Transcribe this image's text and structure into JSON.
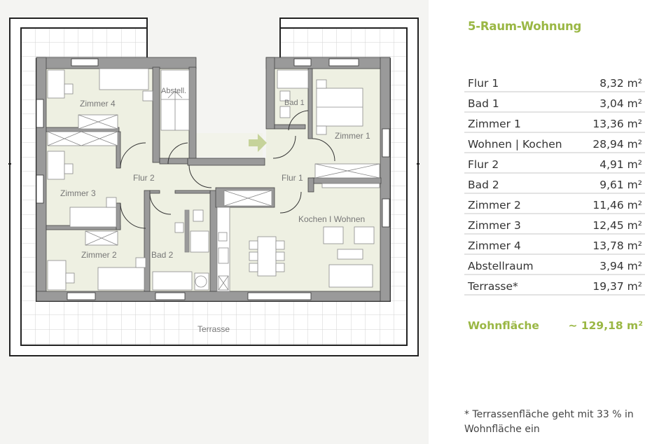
{
  "title": "5-Raum-Wohnung",
  "rooms": [
    {
      "name": "Flur 1",
      "area": "8,32 m²"
    },
    {
      "name": "Bad 1",
      "area": "3,04 m²"
    },
    {
      "name": "Zimmer 1",
      "area": "13,36 m²"
    },
    {
      "name": "Wohnen | Kochen",
      "area": "28,94 m²"
    },
    {
      "name": "Flur 2",
      "area": "4,91 m²"
    },
    {
      "name": "Bad 2",
      "area": "9,61 m²"
    },
    {
      "name": "Zimmer 2",
      "area": "11,46 m²"
    },
    {
      "name": "Zimmer 3",
      "area": "12,45 m²"
    },
    {
      "name": "Zimmer 4",
      "area": "13,78 m²"
    },
    {
      "name": "Abstellraum",
      "area": "3,94 m²"
    },
    {
      "name": "Terrasse*",
      "area": "19,37 m²"
    }
  ],
  "total": {
    "label": "Wohnfläche",
    "value": "~ 129,18 m²"
  },
  "footnote": "* Terrassenfläche geht mit 33 % in Wohnfläche ein",
  "floorplan": {
    "labels": {
      "zimmer4": "Zimmer 4",
      "abstell": "Abstell.",
      "zimmer3": "Zimmer 3",
      "flur2": "Flur 2",
      "zimmer2": "Zimmer 2",
      "bad2": "Bad 2",
      "bad1": "Bad 1",
      "zimmer1": "Zimmer 1",
      "flur1": "Flur 1",
      "kochen_wohnen": "Kochen I Wohnen",
      "terrasse": "Terrasse"
    },
    "entrance_icon": "arrow-right-icon",
    "colors": {
      "wall": "#9a9a9a",
      "floor": "#eef0e2",
      "accent": "#9ab744",
      "arrow": "#c6d39a"
    }
  }
}
